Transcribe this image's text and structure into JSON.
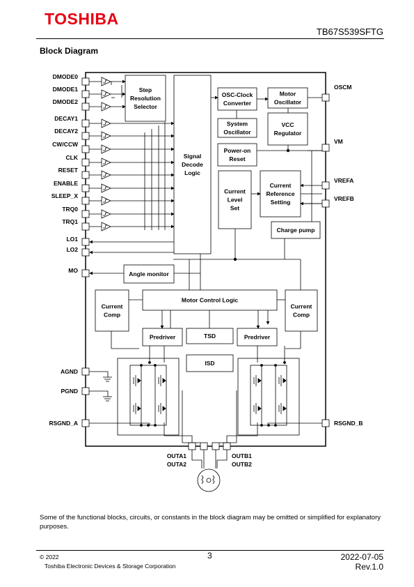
{
  "header": {
    "logo": "TOSHIBA",
    "part_number": "TB67S539SFTG"
  },
  "section_title": "Block Diagram",
  "diagram": {
    "left_pins": [
      "DMODE0",
      "DMODE1",
      "DMODE2",
      "DECAY1",
      "DECAY2",
      "CW/CCW",
      "CLK",
      "RESET",
      "ENABLE",
      "SLEEP_X",
      "TRQ0",
      "TRQ1",
      "LO1",
      "LO2",
      "MO"
    ],
    "ground_pins": [
      "AGND",
      "PGND",
      "RSGND_A"
    ],
    "right_pins": [
      "OSCM",
      "VM",
      "VREFA",
      "VREFB",
      "RSGND_B"
    ],
    "bottom_pins": {
      "a": "OUTA1\nOUTA2",
      "b": "OUTB1\nOUTB2",
      "a1": "OUTA1",
      "a2": "OUTA2",
      "b1": "OUTB1",
      "b2": "OUTB2"
    },
    "blocks": {
      "step_resolution": [
        "Step",
        "Resolution",
        "Selector"
      ],
      "signal_decode": [
        "Signal",
        "Decode",
        "Logic"
      ],
      "osc_clock": [
        "OSC-Clock",
        "Converter"
      ],
      "motor_osc": [
        "Motor",
        "Oscillator"
      ],
      "system_osc": [
        "System",
        "Oscillator"
      ],
      "vcc_reg": [
        "VCC",
        "Regulator"
      ],
      "power_on": [
        "Power-on",
        "Reset"
      ],
      "current_level": [
        "Current",
        "Level",
        "Set"
      ],
      "current_ref": [
        "Current",
        "Reference",
        "Setting"
      ],
      "charge_pump": "Charge pump",
      "angle_monitor": "Angle monitor",
      "motor_control": "Motor Control Logic",
      "current_comp_l": [
        "Current",
        "Comp"
      ],
      "current_comp_r": [
        "Current",
        "Comp"
      ],
      "predriver_l": "Predriver",
      "predriver_r": "Predriver",
      "tsd": "TSD",
      "isd": "ISD"
    }
  },
  "note": "Some of the functional blocks, circuits, or constants in the block diagram may be omitted or simplified for explanatory purposes.",
  "footer": {
    "copyright": "© 2022",
    "company": "Toshiba Electronic Devices & Storage Corporation",
    "page": "3",
    "date": "2022-07-05",
    "rev": "Rev.1.0"
  }
}
